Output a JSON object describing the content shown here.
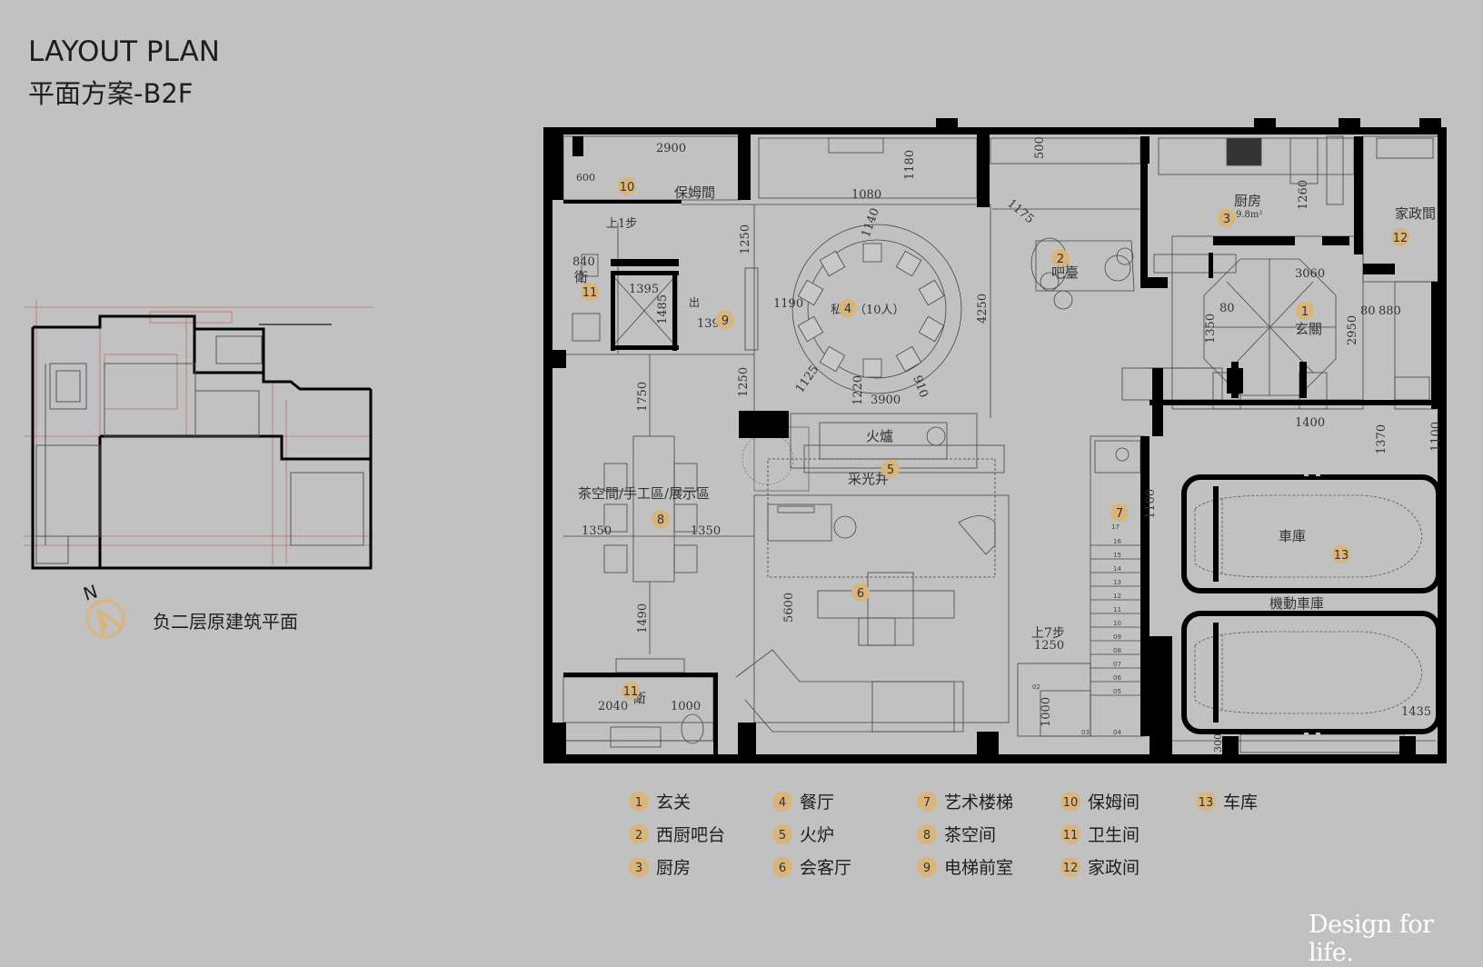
{
  "header": {
    "title": "LAYOUT PLAN",
    "subtitle": "平面方案-B2F"
  },
  "original_plan": {
    "caption": "负二层原建筑平面",
    "north_label": "N"
  },
  "brand": {
    "slogan": "Design for life."
  },
  "colors": {
    "background": "#c1c1c1",
    "wall": "#000000",
    "marker": "#d9b47b",
    "accent_line": "#c25a5a"
  },
  "plan": {
    "rooms": [
      {
        "text": "保姆間"
      },
      {
        "text": "衛"
      },
      {
        "text": "厨房"
      },
      {
        "text": "9.8m²"
      },
      {
        "text": "家政間"
      },
      {
        "text": "吧臺"
      },
      {
        "text": "私宴（10人）"
      },
      {
        "text": "玄關"
      },
      {
        "text": "火爐"
      },
      {
        "text": "采光井"
      },
      {
        "text": "茶空間/手工區/展示區"
      },
      {
        "text": "車庫"
      },
      {
        "text": "機動車庫"
      },
      {
        "text": "出"
      },
      {
        "text": "上1步"
      },
      {
        "text": "上7步"
      },
      {
        "text": "衛"
      }
    ],
    "markers": [
      "10",
      "11",
      "9",
      "4",
      "2",
      "3",
      "12",
      "1",
      "5",
      "8",
      "7",
      "6",
      "11",
      "13"
    ],
    "dims": [
      "2900",
      "600",
      "840",
      "1395",
      "1485",
      "1250",
      "139",
      "1080",
      "1180",
      "500",
      "1175",
      "1140",
      "1190",
      "4250",
      "1260",
      "3060",
      "80",
      "880",
      "80",
      "1350",
      "2950",
      "1125",
      "1220",
      "910",
      "3900",
      "1250",
      "1750",
      "1350",
      "1350",
      "1490",
      "5600",
      "1400",
      "1370",
      "1100",
      "1100",
      "1250",
      "1000",
      "2040",
      "1000",
      "1435",
      "300"
    ],
    "stair_numbers": [
      "17",
      "16",
      "15",
      "14",
      "13",
      "12",
      "11",
      "10",
      "09",
      "08",
      "07",
      "06",
      "05",
      "04",
      "03",
      "02"
    ]
  },
  "legend": [
    {
      "num": "1",
      "label": "玄关"
    },
    {
      "num": "2",
      "label": "西厨吧台"
    },
    {
      "num": "3",
      "label": "厨房"
    },
    {
      "num": "4",
      "label": "餐厅"
    },
    {
      "num": "5",
      "label": "火炉"
    },
    {
      "num": "6",
      "label": "会客厅"
    },
    {
      "num": "7",
      "label": "艺术楼梯"
    },
    {
      "num": "8",
      "label": "茶空间"
    },
    {
      "num": "9",
      "label": "电梯前室"
    },
    {
      "num": "10",
      "label": "保姆间"
    },
    {
      "num": "11",
      "label": "卫生间"
    },
    {
      "num": "12",
      "label": "家政间"
    },
    {
      "num": "13",
      "label": "车库"
    }
  ]
}
